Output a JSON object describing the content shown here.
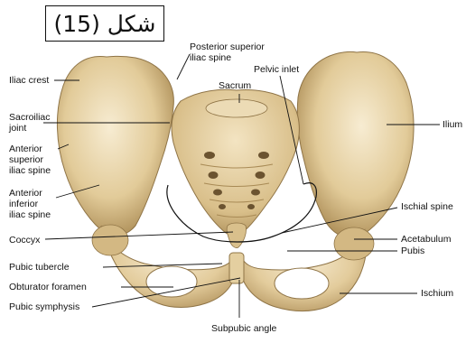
{
  "figure_box": {
    "text": "شكل (15)"
  },
  "labels": {
    "posterior_superior_iliac_spine": "Posterior superior\niliac spine",
    "iliac_crest": "Iliac crest",
    "pelvic_inlet": "Pelvic inlet",
    "sacrum": "Sacrum",
    "sacroiliac_joint": "Sacroiliac\njoint",
    "ilium": "Ilium",
    "anterior_superior_iliac_spine": "Anterior\nsuperior\niliac spine",
    "anterior_inferior_iliac_spine": "Anterior\ninferior\niliac spine",
    "ischial_spine": "Ischial spine",
    "coccyx": "Coccyx",
    "acetabulum": "Acetabulum",
    "pubis": "Pubis",
    "pubic_tubercle": "Pubic tubercle",
    "obturator_foramen": "Obturator foramen",
    "ischium": "Ischium",
    "pubic_symphysis": "Pubic symphysis",
    "subpubic_angle": "Subpubic angle"
  },
  "colors": {
    "bone_light": "#f1e3bd",
    "bone_mid": "#dcc593",
    "bone_dark": "#b89a63",
    "shadow": "#8f7446",
    "leader": "#111111"
  }
}
